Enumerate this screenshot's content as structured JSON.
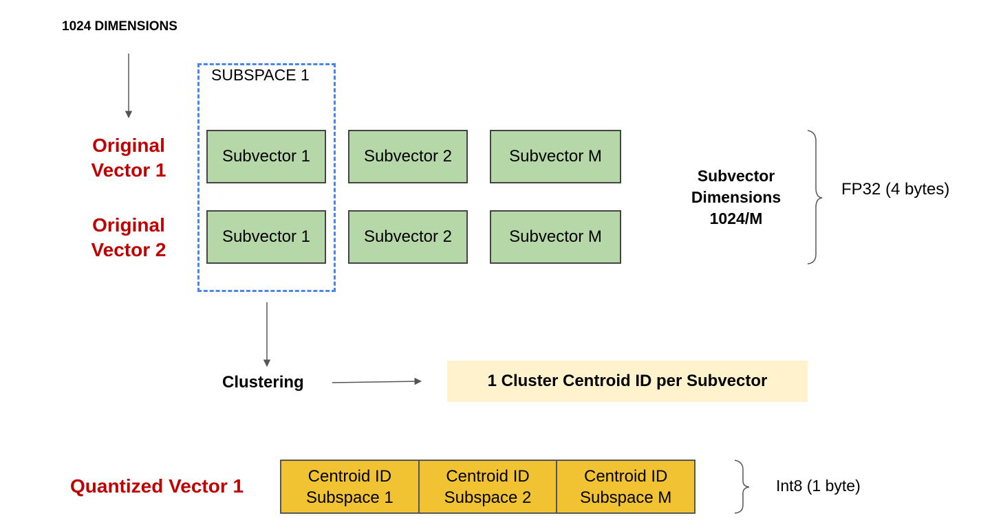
{
  "top_label": "1024 DIMENSIONS",
  "subspace_label": "SUBSPACE 1",
  "rows": [
    {
      "label_line1": "Original",
      "label_line2": "Vector 1",
      "subvectors": [
        "Subvector 1",
        "Subvector 2",
        "Subvector M"
      ]
    },
    {
      "label_line1": "Original",
      "label_line2": "Vector 2",
      "subvectors": [
        "Subvector 1",
        "Subvector 2",
        "Subvector M"
      ]
    }
  ],
  "subvector_dims": {
    "line1": "Subvector",
    "line2": "Dimensions",
    "line3": "1024/M"
  },
  "fp_label": "FP32 (4 bytes)",
  "clustering_label": "Clustering",
  "centroid_label": "1 Cluster Centroid ID per Subvector",
  "quantized": {
    "label": "Quantized Vector 1",
    "cells": [
      {
        "line1": "Centroid ID",
        "line2": "Subspace 1"
      },
      {
        "line1": "Centroid ID",
        "line2": "Subspace 2"
      },
      {
        "line1": "Centroid ID",
        "line2": "Subspace M"
      }
    ]
  },
  "int8_label": "Int8 (1 byte)",
  "colors": {
    "red_label": "#c00000",
    "subvector_fill": "#b6d7a8",
    "subspace_border": "#4a86e8",
    "centroid_banner": "#fff2cc",
    "quantized_fill": "#f1c232"
  }
}
